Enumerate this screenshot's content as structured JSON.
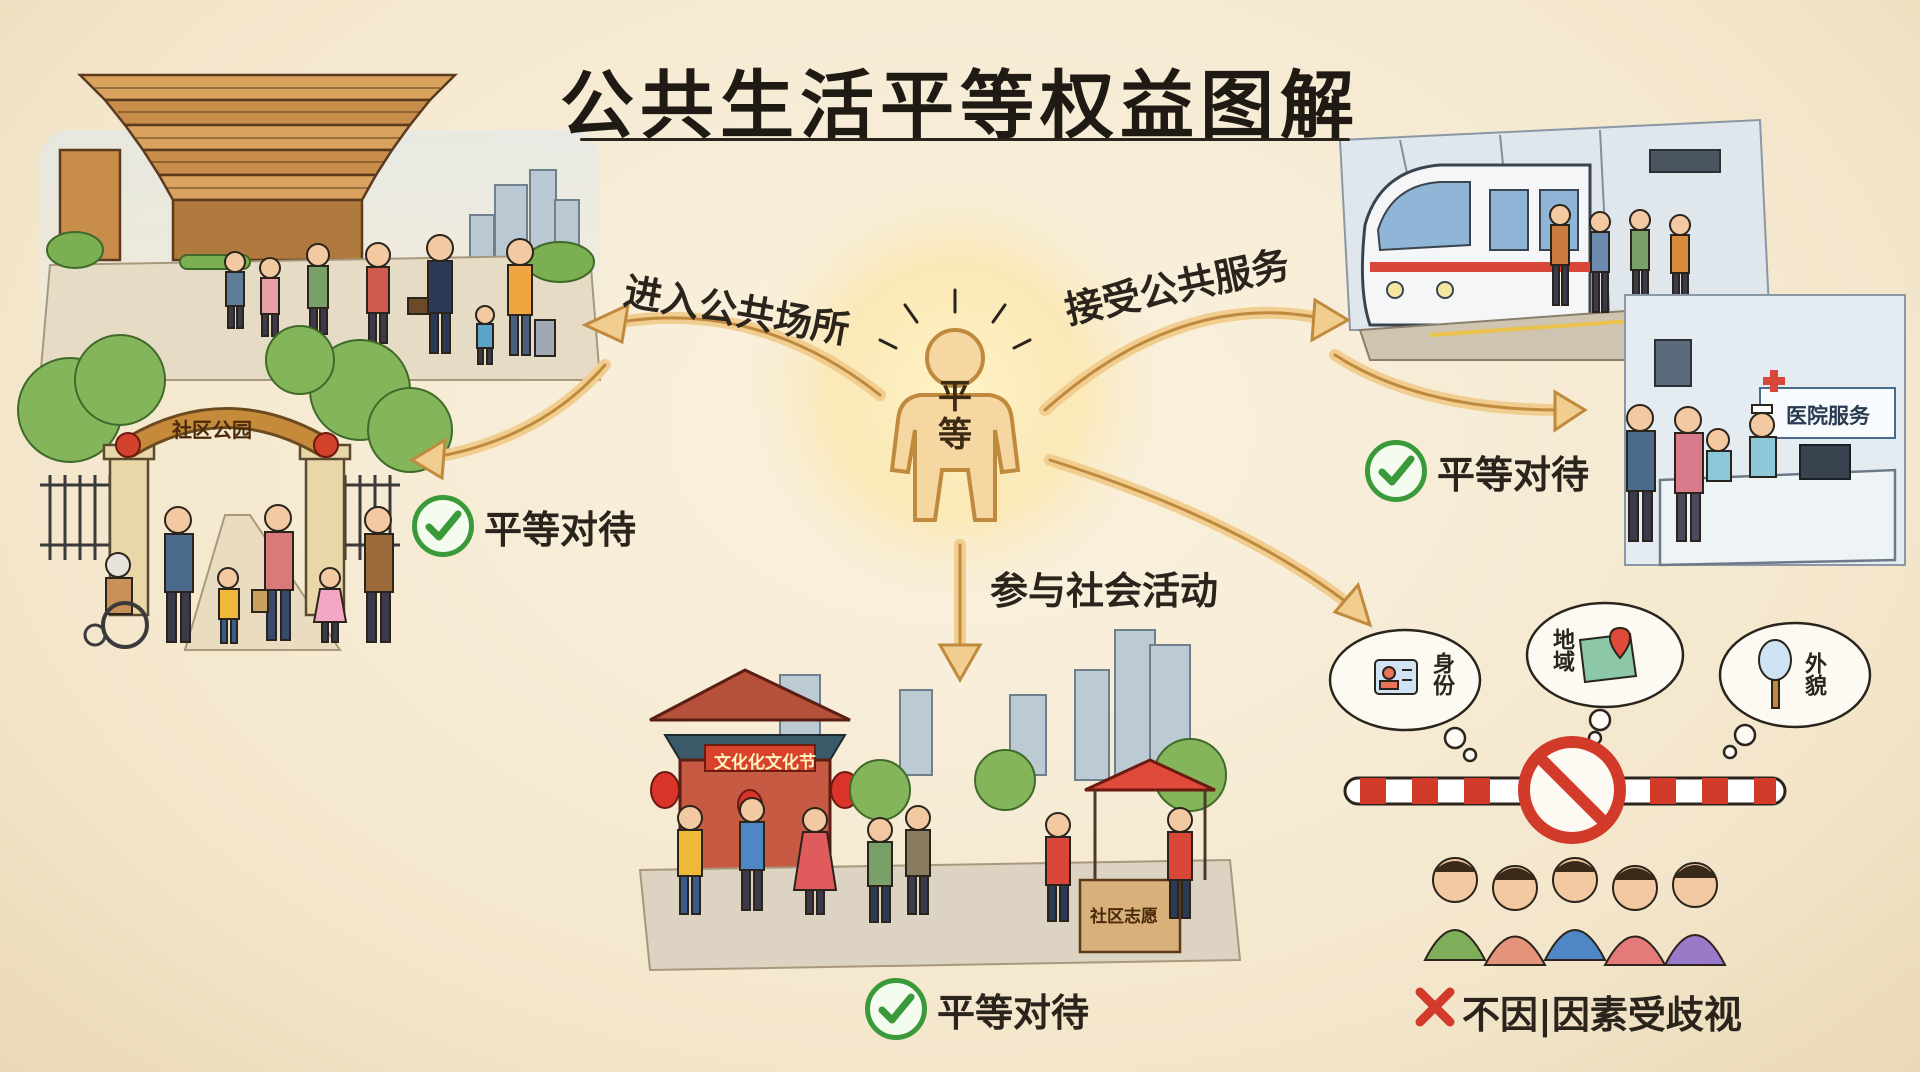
{
  "title": "公共生活平等权益图解",
  "center_figure": {
    "chars": [
      "平",
      "等"
    ]
  },
  "branches": {
    "enter_public_places": "进入公共场所",
    "receive_public_services": "接受公共服务",
    "join_social_activities": "参与社会活动"
  },
  "results": {
    "park": "平等对待",
    "hospital": "平等对待",
    "festival": "平等对待",
    "discrimination": "不因|因素受歧视"
  },
  "signs": {
    "park_gate": "社区公园",
    "hospital_desk": "医院服务",
    "festival_banner": "文化化文化节",
    "volunteer_booth": "社区志愿"
  },
  "factors": [
    {
      "label": "身份",
      "icon": "id-card-icon"
    },
    {
      "label": "地域",
      "icon": "map-pin-icon"
    },
    {
      "label": "外貌",
      "icon": "mirror-icon"
    }
  ],
  "colors": {
    "check_green": "#3a9a3a",
    "cross_red": "#d23a2a",
    "arrow_orange": "#e9b872",
    "figure_fill": "#f7d7a1"
  }
}
